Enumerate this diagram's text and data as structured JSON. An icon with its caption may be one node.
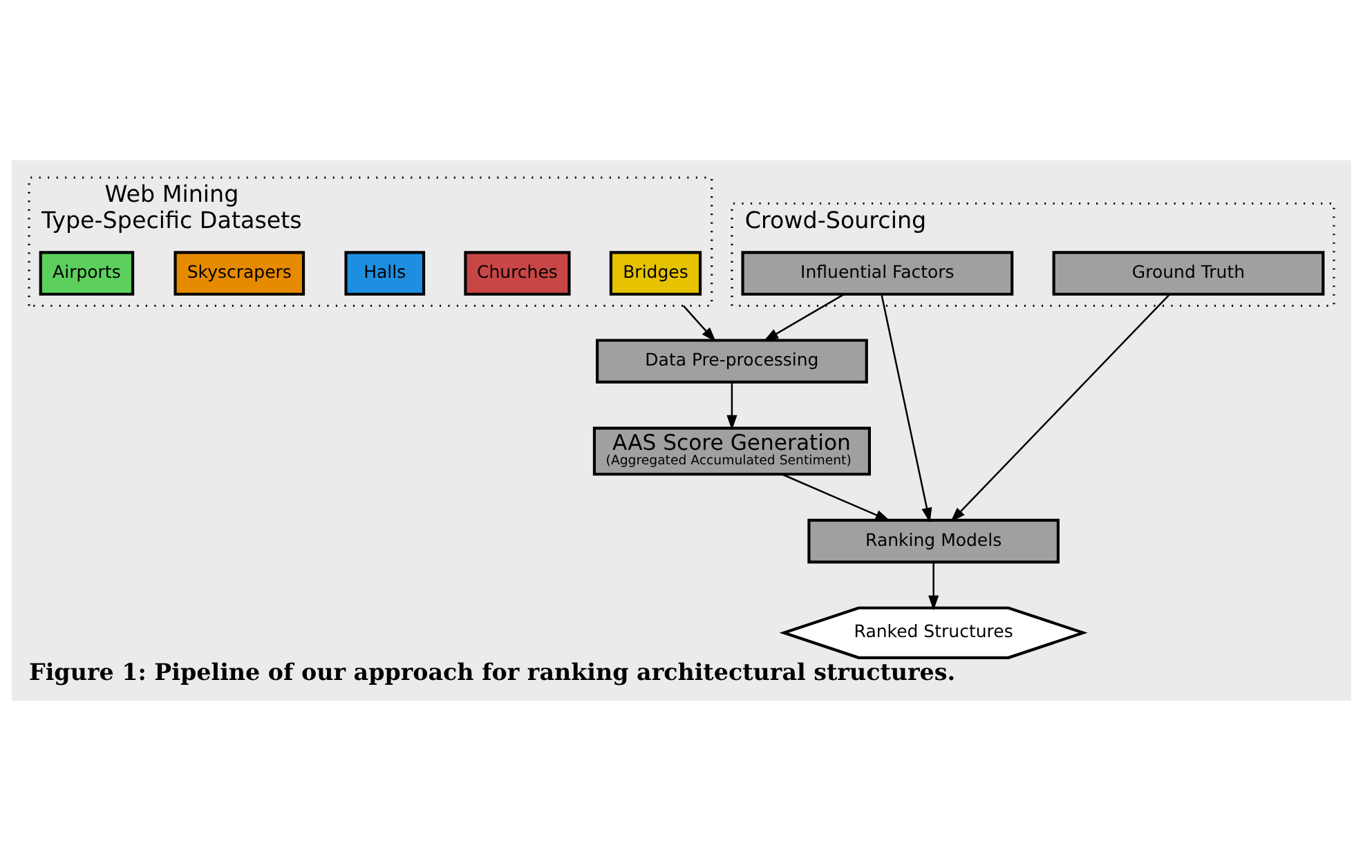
{
  "diagram": {
    "caption": "Figure 1: Pipeline of our approach for ranking architectural structures.",
    "nodes": [
      {
        "text": [
          "Crowd-Sourcing"
        ]
      },
      {
        "text": [
          "Influential Factors"
        ],
        "in": 0
      },
      {
        "text": [
          "Ground Truth"
        ],
        "in": 0
      },
      {
        "text": [
          "Web Mining",
          "Type-Specific Datasets"
        ]
      },
      {
        "text": [
          "Bridges"
        ],
        "in": 3
      },
      {
        "text": [
          "Churches"
        ],
        "in": 3
      },
      {
        "text": [
          "Halls"
        ],
        "in": 3
      },
      {
        "text": [
          "Skyscrapers"
        ],
        "in": 3
      },
      {
        "text": [
          "Airports"
        ],
        "in": 3
      },
      {
        "text": [
          "Data Pre-processing"
        ]
      },
      {
        "text": [
          "AAS Score Generation",
          "(Aggregated Accumulated Sentiment)"
        ]
      },
      {
        "text": [
          "Ranking Models"
        ]
      },
      {
        "text": [
          "Ranked Structures"
        ]
      }
    ],
    "edges": [
      {
        "from": 1,
        "to": 9,
        "arrow": "to"
      },
      {
        "from": 3,
        "to": 9,
        "arrow": "to"
      },
      {
        "from": 9,
        "to": 10,
        "arrow": "to"
      },
      {
        "from": 10,
        "to": 11,
        "arrow": "to"
      },
      {
        "from": 2,
        "to": 11,
        "arrow": "to"
      },
      {
        "from": 1,
        "to": 11,
        "arrow": "to"
      },
      {
        "from": 11,
        "to": 12,
        "arrow": "to"
      }
    ]
  }
}
